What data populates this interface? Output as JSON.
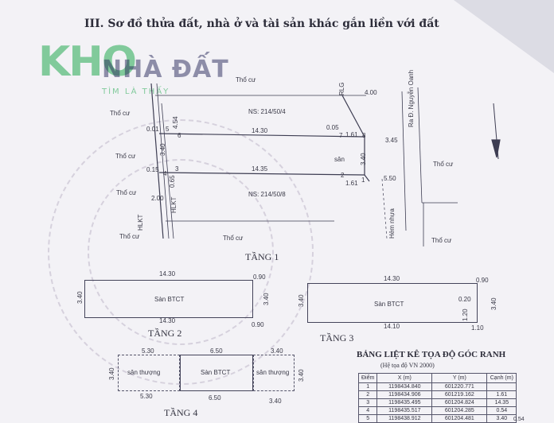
{
  "header": {
    "title": "III. Sơ đồ thửa đất, nhà ở và tài sản khác gắn liền với đất"
  },
  "watermark": {
    "letters": "KHO",
    "brand": "NHÀ ĐẤT",
    "tagline": "TÌM LÀ THẤY",
    "colors": {
      "green": "#22aa50",
      "navy": "#28285a"
    }
  },
  "plan": {
    "neighbor_label": "Thổ cư",
    "rlg_label": "RLG",
    "road_label": "Ra Đ. Nguyễn Oanh",
    "alley_label": "Hẻm nhựa",
    "hlkt_label": "HLKT",
    "ns_upper": "NS: 214/50/4",
    "ns_lower": "NS: 214/50/8",
    "san_label": "sân",
    "dims": {
      "top_right": "4.00",
      "upper_len": "14.30",
      "lower_len": "14.35",
      "right_005": "0.05",
      "right_161a": "1.61",
      "right_161b": "1.61",
      "road_345": "3.45",
      "road_550": "5.50",
      "side_340": "3.40",
      "right_340": "3.40",
      "left_454": "4.54",
      "left_015": "0.15",
      "left_065": "0.65",
      "left_200": "2.00",
      "left_001": "0.01"
    },
    "points": {
      "p1": "1",
      "p2": "2",
      "p3": "3",
      "p4": "4",
      "p5": "5",
      "p6": "6",
      "p7": "7",
      "p8": "8"
    }
  },
  "floors": {
    "f1": {
      "title": "TẦNG 1"
    },
    "f2": {
      "title": "TẦNG 2",
      "slab": "Sàn BTCT",
      "top": "14.30",
      "bottom": "14.30",
      "side": "3.40",
      "right": "3.40",
      "corner_top": "0.90",
      "corner_bottom": "0.90"
    },
    "f3": {
      "title": "TẦNG 3",
      "slab": "Sàn BTCT",
      "top": "14.30",
      "bottom": "14.10",
      "side": "3.40",
      "right": "3.40",
      "corner_top": "0.90",
      "corner_bottom": "1.10",
      "inner_a": "0.20",
      "inner_b": "1.20"
    },
    "f4": {
      "title": "TẦNG 4",
      "left": "sân thượng",
      "mid": "Sàn BTCT",
      "right": "sân thượng",
      "d_left": "5.30",
      "d_mid": "6.50",
      "d_right": "3.40",
      "side": "3.40",
      "right_side": "3.40",
      "b_left": "5.30",
      "b_mid": "6.50",
      "b_right": "3.40"
    }
  },
  "coords": {
    "title": "BẢNG LIỆT KÊ TỌA ĐỘ GÓC RANH",
    "subtitle": "(Hệ tọa độ VN 2000)",
    "headers": [
      "Điểm",
      "X (m)",
      "Y (m)",
      "Cạnh (m)"
    ],
    "rows": [
      [
        "1",
        "1198434.840",
        "601220.771",
        ""
      ],
      [
        "2",
        "1198434.906",
        "601219.162",
        "1.61"
      ],
      [
        "3",
        "1198435.495",
        "601204.824",
        "14.35"
      ],
      [
        "4",
        "1198435.517",
        "601204.285",
        "0.54"
      ],
      [
        "5",
        "1198438.912",
        "601204.481",
        "3.40"
      ]
    ],
    "extra_edge": "0.54"
  }
}
